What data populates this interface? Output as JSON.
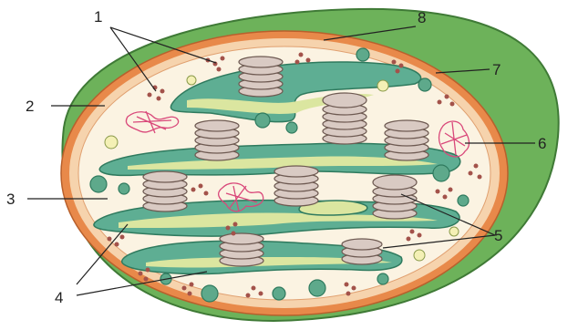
{
  "labels": [
    {
      "id": "1",
      "text": "1"
    },
    {
      "id": "2",
      "text": "2"
    },
    {
      "id": "3",
      "text": "3"
    },
    {
      "id": "4",
      "text": "4"
    },
    {
      "id": "5",
      "text": "5"
    },
    {
      "id": "6",
      "text": "6"
    },
    {
      "id": "7",
      "text": "7"
    },
    {
      "id": "8",
      "text": "8"
    }
  ],
  "colors": {
    "outer_membrane": "#6db25a",
    "inner_membrane": "#e8894a",
    "intermembrane_space": "#f6d3ad",
    "stroma": "#fbf3e2",
    "thylakoid_lamella": "#5eae93",
    "lamella_core": "#dbe6a0",
    "granum": "#d9cac3",
    "dna": "#d9487a",
    "ribosome": "#a3524a",
    "plastoglobule": "#5ea98b"
  }
}
